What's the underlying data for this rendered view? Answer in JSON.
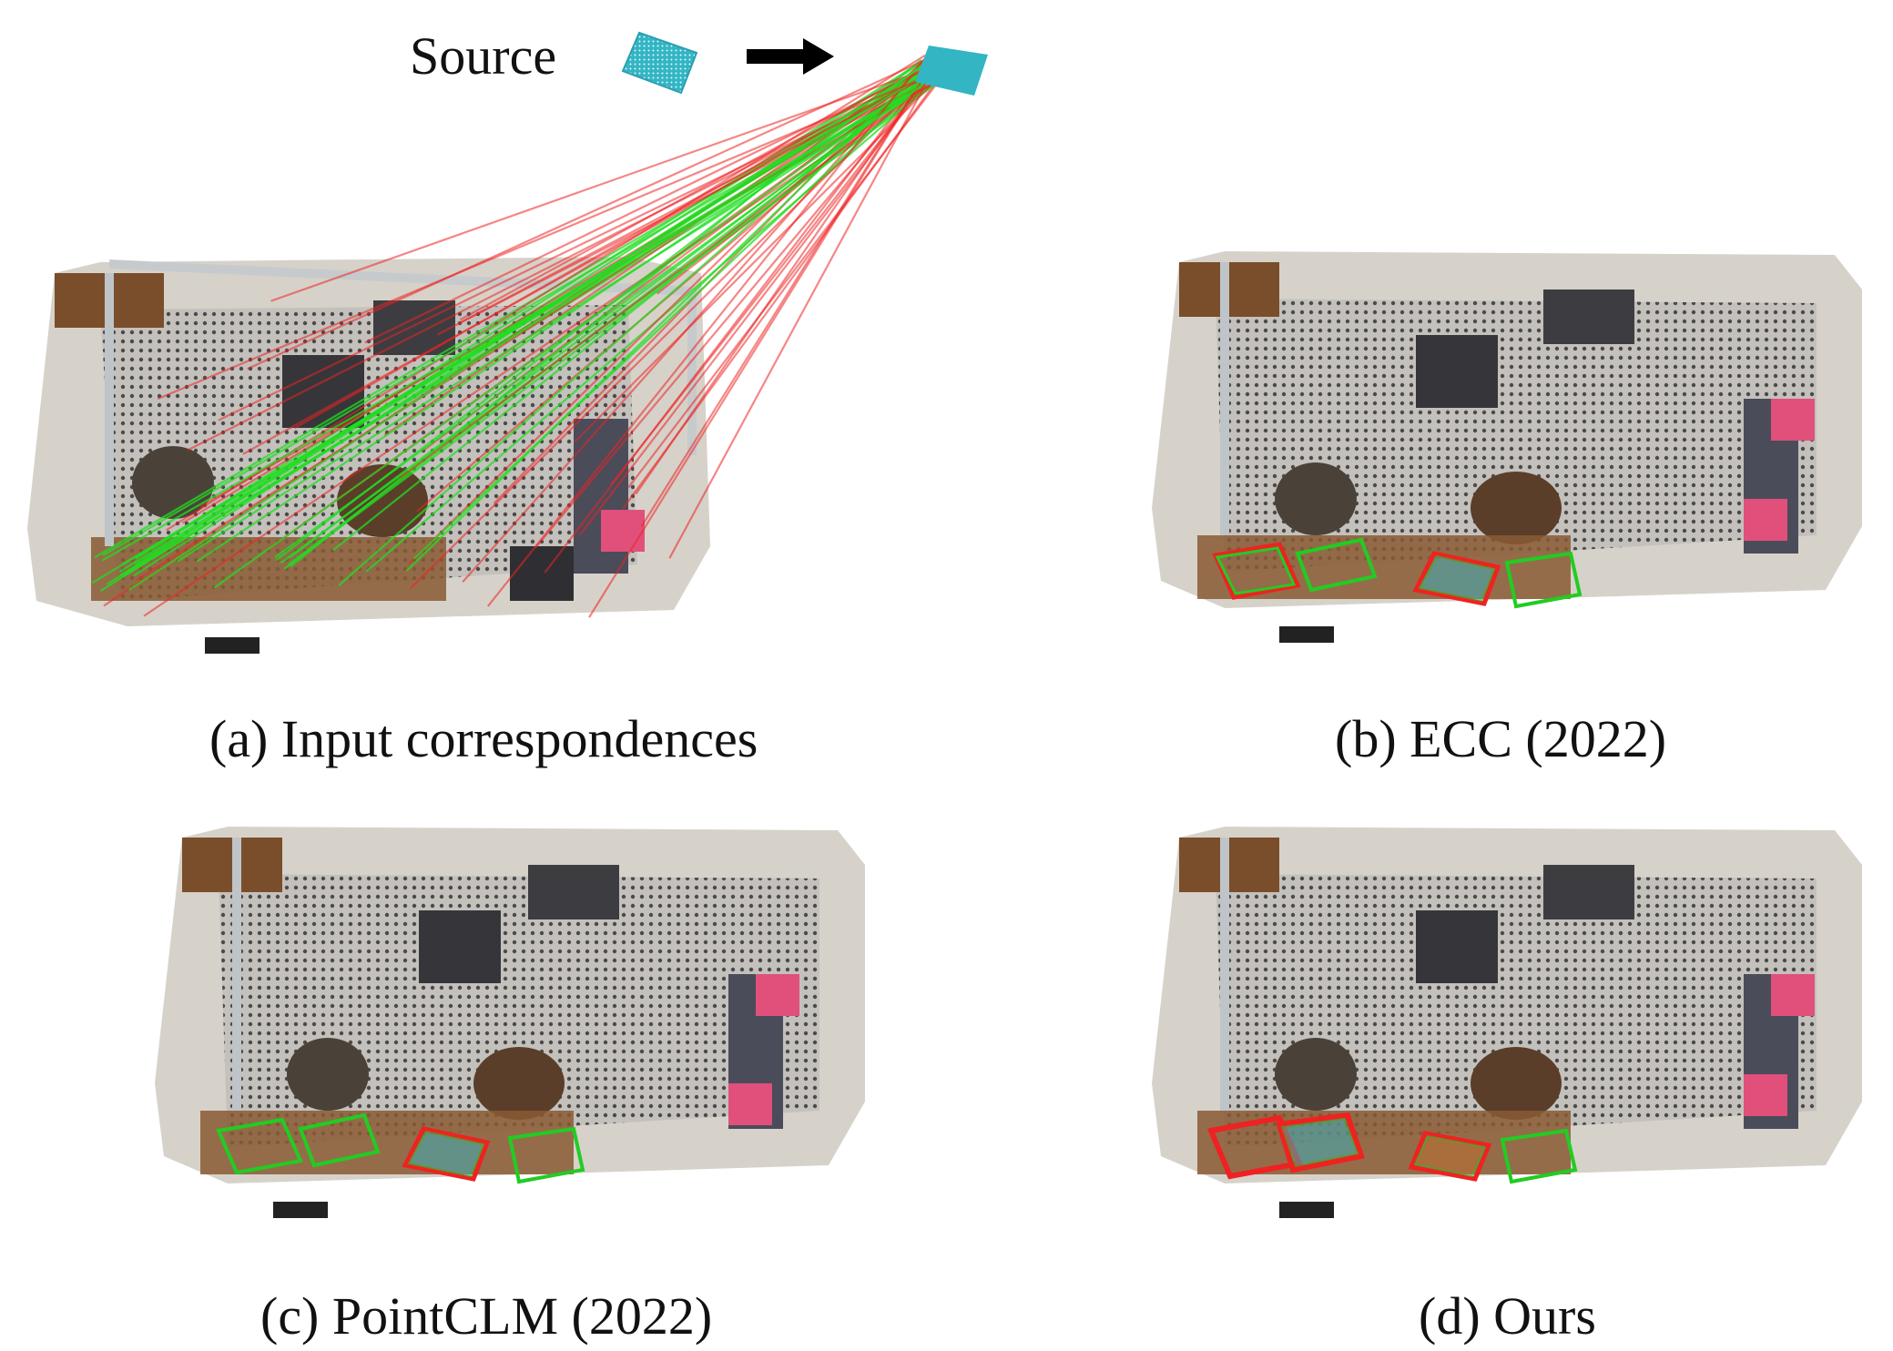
{
  "figure": {
    "source_label": "Source",
    "captions": [
      "(a) Input correspondences",
      "(b) ECC (2022)",
      "(c) PointCLM (2022)",
      "(d) Ours"
    ]
  },
  "colors": {
    "inlier": "#22dd22",
    "outlier": "#ee2222",
    "source_cloud": "#33b5c4",
    "floor": "#b9b6b3",
    "wall": "#d8d4cc",
    "furniture_dark": "#3c3c40",
    "wood": "#8a5a34",
    "pink_cushion": "#e0507a"
  },
  "icons": {
    "arrow": "right-arrow-icon"
  }
}
